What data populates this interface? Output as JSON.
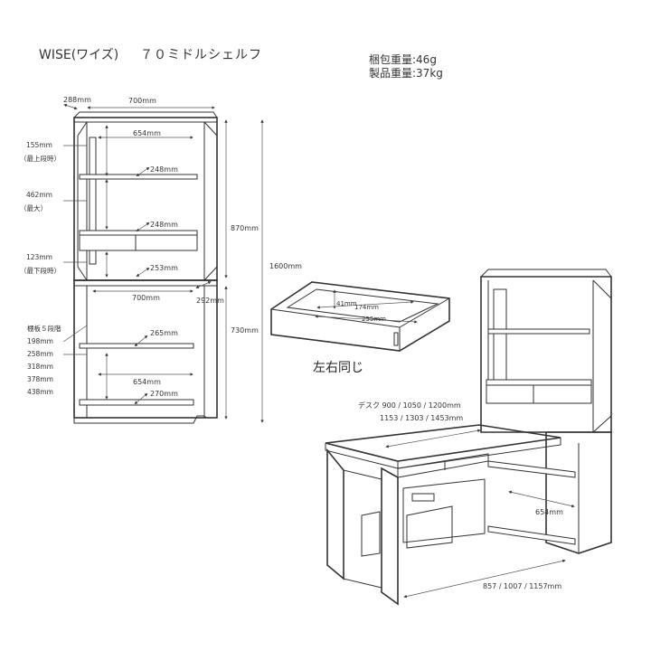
{
  "header": {
    "brand": "WISE(ワイズ)",
    "product": "７０ミドルシェルフ",
    "package_weight": "梱包重量:46g",
    "product_weight": "製品重量:37kg"
  },
  "front_view": {
    "depth_top": "288mm",
    "width_top": "700mm",
    "inner_width_top": "654mm",
    "shelf_depth_1": "248mm",
    "shelf_depth_2": "248mm",
    "shelf_depth_3": "253mm",
    "height_upper": "870mm",
    "height_total": "1600mm",
    "width_lower": "700mm",
    "depth_lower": "292mm",
    "height_lower": "730mm",
    "shelf_depth_4": "265mm",
    "inner_width_lower": "654mm",
    "shelf_depth_5": "270mm"
  },
  "side_notes": {
    "top_gap": "155mm",
    "top_gap_note": "（最上段時）",
    "max_gap": "462mm",
    "max_gap_note": "（最大）",
    "bottom_gap": "123mm",
    "bottom_gap_note": "（最下段時）",
    "shelf_steps_title": "棚板５段階",
    "steps": [
      "198mm",
      "258mm",
      "318mm",
      "378mm",
      "438mm"
    ]
  },
  "drawer": {
    "depth": "41mm",
    "inner_width": "174mm",
    "outer_width": "255mm",
    "caption": "左右同じ"
  },
  "desk": {
    "desk_widths": "デスク 900 / 1050 / 1200mm",
    "total_widths": "1153 / 1303 / 1453mm",
    "inner_width": "654mm",
    "bottom_widths": "857 / 1007 / 1157mm"
  }
}
